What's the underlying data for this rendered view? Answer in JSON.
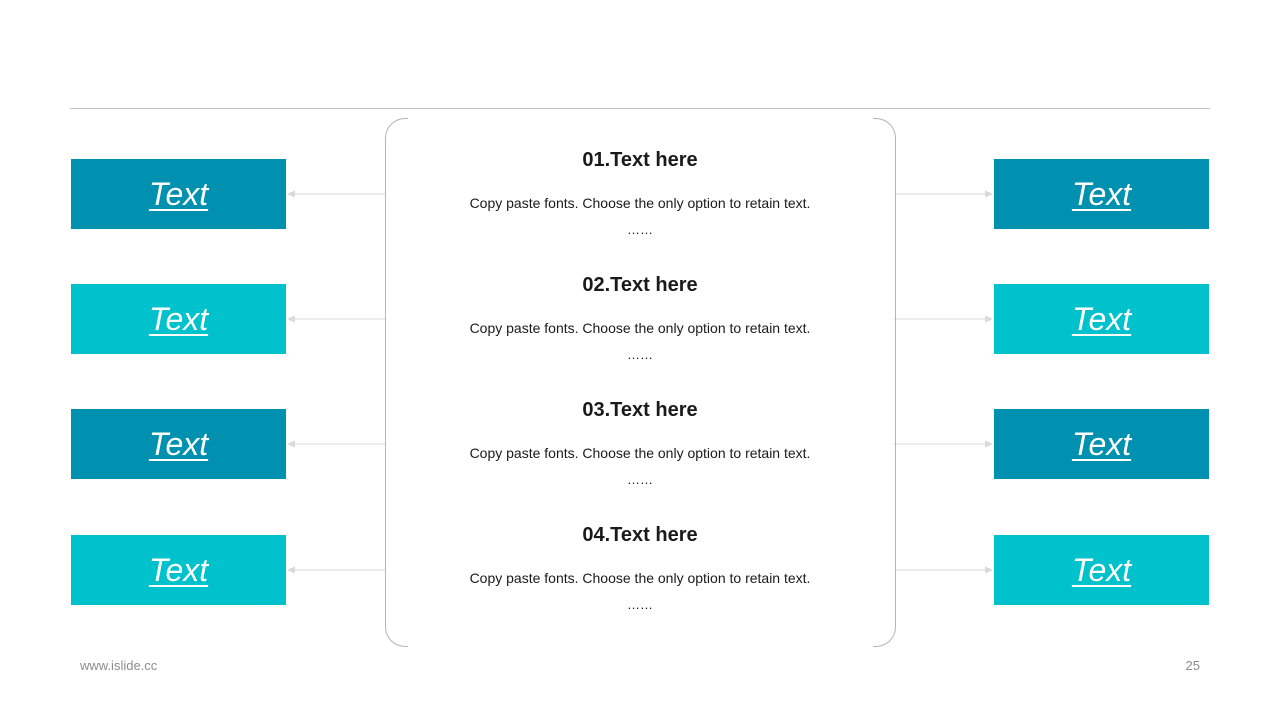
{
  "colors": {
    "box_dark": "#0090b0",
    "box_light": "#00c2cc",
    "rule": "#bfbfbf",
    "connector": "#d9d9d9"
  },
  "left_boxes": [
    {
      "label": "Text",
      "color": "dark"
    },
    {
      "label": "Text",
      "color": "light"
    },
    {
      "label": "Text",
      "color": "dark"
    },
    {
      "label": "Text",
      "color": "light"
    }
  ],
  "right_boxes": [
    {
      "label": "Text",
      "color": "dark"
    },
    {
      "label": "Text",
      "color": "light"
    },
    {
      "label": "Text",
      "color": "dark"
    },
    {
      "label": "Text",
      "color": "light"
    }
  ],
  "sections": [
    {
      "title": "01.Text here",
      "body": "Copy paste fonts. Choose the only option to retain text.",
      "ellipsis": "……"
    },
    {
      "title": "02.Text here",
      "body": "Copy paste fonts. Choose the only option to retain text.",
      "ellipsis": "……"
    },
    {
      "title": "03.Text here",
      "body": "Copy paste fonts. Choose the only option to retain text.",
      "ellipsis": "……"
    },
    {
      "title": "04.Text here",
      "body": "Copy paste fonts. Choose the only option to retain text.",
      "ellipsis": "……"
    }
  ],
  "footer": {
    "website": "www.islide.cc",
    "page_number": "25"
  }
}
